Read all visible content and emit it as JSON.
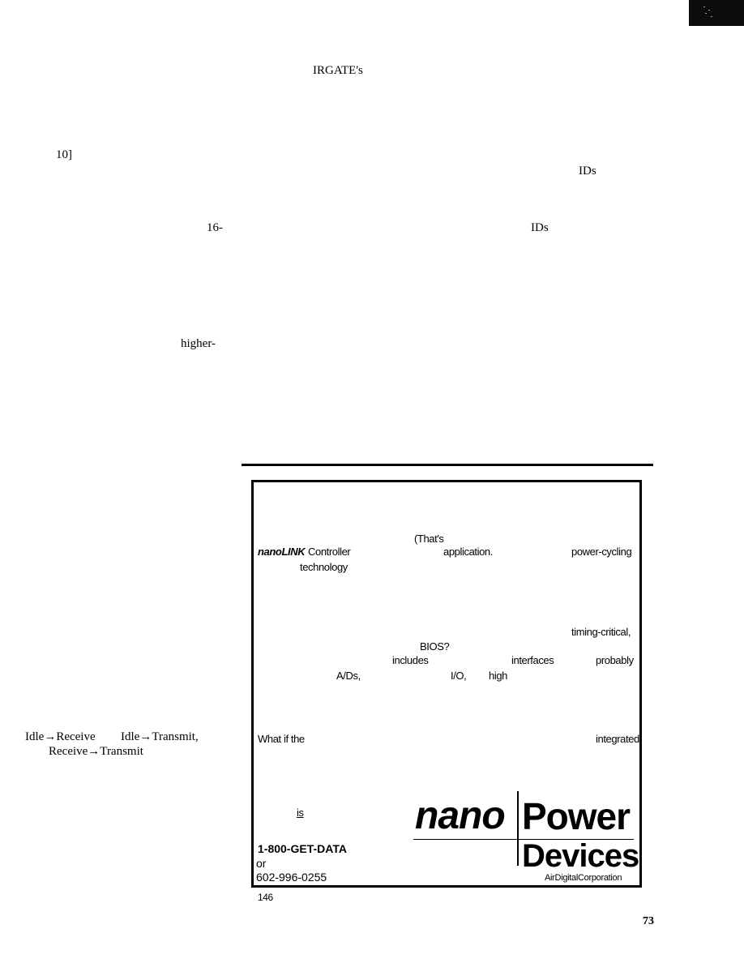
{
  "main": {
    "words": [
      "IRGATE's",
      "10]",
      "IDs",
      "16-",
      "IDs",
      "higher-"
    ],
    "left_column": {
      "line1": "Idle→Receive",
      "line1b": "Idle→Transmit,",
      "line2": "Receive→Transmit"
    }
  },
  "ad": {
    "line_thats": "(That's",
    "product": "nanoLINK",
    "controller": "Controller",
    "application": "application.",
    "power_cycling": "power-cycling",
    "technology": "technology",
    "timing_critical": "timing-critical,",
    "bios": "BIOS?",
    "includes": "includes",
    "interfaces": "interfaces",
    "probably": "probably",
    "ads": "A/Ds,",
    "io": "I/O,",
    "high": "high",
    "what_if": "What if the",
    "integrated": "integrated",
    "is": "is",
    "phone1": "1-800-GET-DATA",
    "or": "or",
    "phone2": "602-996-0255",
    "logo_nano": "nano",
    "logo_power": "Power",
    "logo_devices": "Devices",
    "logo_corp": "AirDigitalCorporation",
    "reader_service": "146"
  },
  "page_number": "73"
}
